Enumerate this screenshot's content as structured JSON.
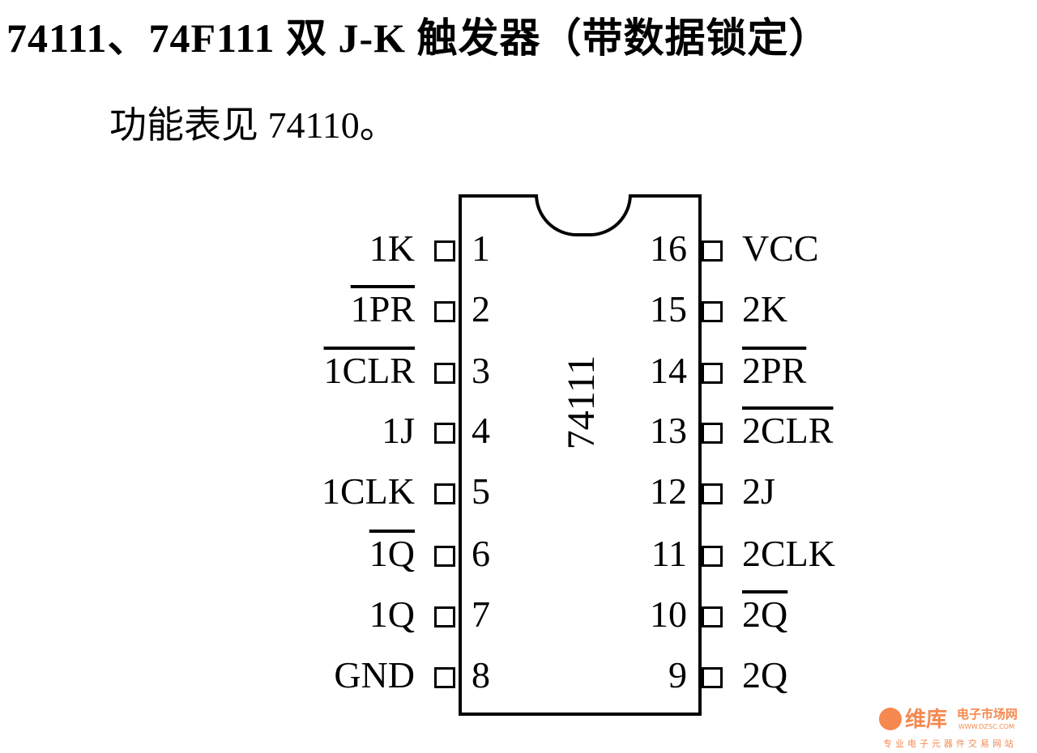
{
  "title": "74111、74F111  双 J-K 触发器（带数据锁定）",
  "subtitle": "功能表见 74110。",
  "chip_label": "74111",
  "left_pins": [
    {
      "num": "1",
      "label": "1K",
      "overline": false
    },
    {
      "num": "2",
      "label": "1PR",
      "overline": true
    },
    {
      "num": "3",
      "label": "1CLR",
      "overline": true
    },
    {
      "num": "4",
      "label": "1J",
      "overline": false
    },
    {
      "num": "5",
      "label": "1CLK",
      "overline": false
    },
    {
      "num": "6",
      "label": "1Q",
      "overline": true
    },
    {
      "num": "7",
      "label": "1Q",
      "overline": false
    },
    {
      "num": "8",
      "label": "GND",
      "overline": false
    }
  ],
  "right_pins": [
    {
      "num": "16",
      "label": "VCC",
      "overline": false
    },
    {
      "num": "15",
      "label": "2K",
      "overline": false
    },
    {
      "num": "14",
      "label": "2PR",
      "overline": true
    },
    {
      "num": "13",
      "label": "2CLR",
      "overline": true
    },
    {
      "num": "12",
      "label": "2J",
      "overline": false
    },
    {
      "num": "11",
      "label": "2CLK",
      "overline": false
    },
    {
      "num": "10",
      "label": "2Q",
      "overline": true
    },
    {
      "num": "9",
      "label": "2Q",
      "overline": false
    }
  ],
  "watermark": {
    "brand": "维库",
    "site_name": "电子市场网",
    "url": "WWW.DZSC.COM",
    "slogan": "专业电子元器件交易网站"
  }
}
